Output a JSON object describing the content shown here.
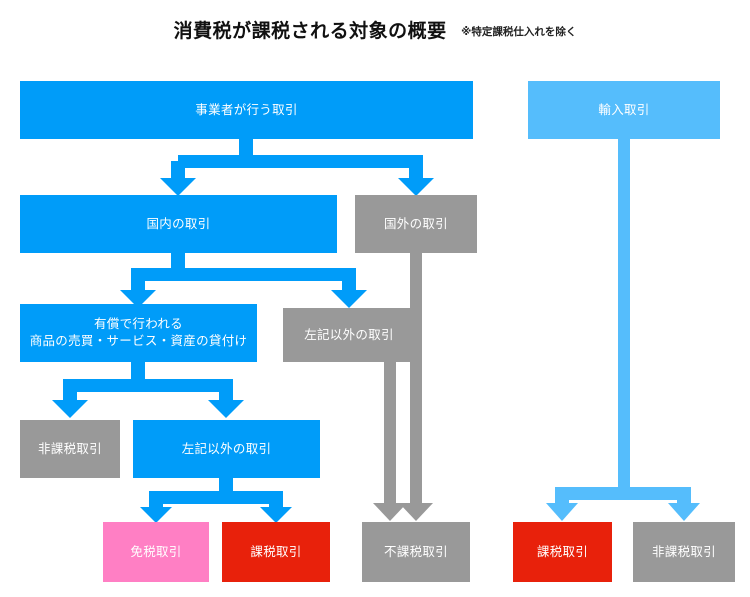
{
  "title": {
    "main": "消費税が課税される対象の概要",
    "note": "※特定課税仕入れを除く"
  },
  "colors": {
    "blue": "#009cf9",
    "light_blue": "#55bdfc",
    "gray": "#999999",
    "red": "#e8210b",
    "pink": "#ff7fc4",
    "text": "#ffffff",
    "background": "#ffffff"
  },
  "nodes": [
    {
      "id": "business-transactions",
      "label": "事業者が行う取引",
      "color": "blue"
    },
    {
      "id": "domestic-transactions",
      "label": "国内の取引",
      "color": "blue"
    },
    {
      "id": "overseas-transactions",
      "label": "国外の取引",
      "color": "gray"
    },
    {
      "id": "paid-transactions-line1",
      "label": "有償で行われる",
      "color": "blue"
    },
    {
      "id": "paid-transactions-line2",
      "label": "商品の売買・サービス・資産の貸付け",
      "color": "blue"
    },
    {
      "id": "other-than-left-gray",
      "label": "左記以外の取引",
      "color": "gray"
    },
    {
      "id": "tax-exempt-nonsubject",
      "label": "非課税取引",
      "color": "gray"
    },
    {
      "id": "other-than-left-blue",
      "label": "左記以外の取引",
      "color": "blue"
    },
    {
      "id": "duty-free-transactions",
      "label": "免税取引",
      "color": "pink"
    },
    {
      "id": "taxable-transactions-left",
      "label": "課税取引",
      "color": "red"
    },
    {
      "id": "out-of-scope-transactions",
      "label": "不課税取引",
      "color": "gray"
    },
    {
      "id": "import-transactions",
      "label": "輸入取引",
      "color": "light_blue"
    },
    {
      "id": "taxable-transactions-right",
      "label": "課税取引",
      "color": "red"
    },
    {
      "id": "non-taxable-transactions-right",
      "label": "非課税取引",
      "color": "gray"
    }
  ]
}
